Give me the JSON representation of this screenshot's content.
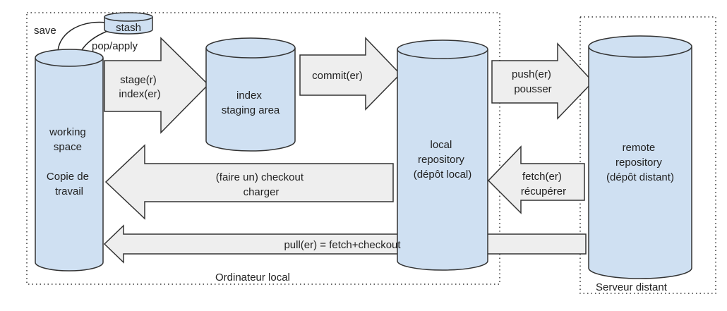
{
  "colors": {
    "cylinder_fill": "#cfe0f2",
    "cylinder_stroke": "#333333",
    "arrow_fill": "#eeeeee",
    "arrow_stroke": "#333333",
    "border": "#333333"
  },
  "regions": {
    "local": "Ordinateur local",
    "remote": "Serveur distant"
  },
  "nodes": {
    "stash": "stash",
    "working": [
      "working",
      "space",
      "",
      "Copie de",
      "travail"
    ],
    "index": [
      "index",
      "staging area"
    ],
    "local_repo": [
      "local",
      "repository",
      "(dépôt local)"
    ],
    "remote_repo": [
      "remote",
      "repository",
      "(dépôt distant)"
    ]
  },
  "edges": {
    "save": "save",
    "pop_apply": "pop/apply",
    "stage": [
      "stage(r)",
      "index(er)"
    ],
    "commit": "commit(er)",
    "push": [
      "push(er)",
      "pousser"
    ],
    "fetch": [
      "fetch(er)",
      "récupérer"
    ],
    "checkout": [
      "(faire un) checkout",
      "charger"
    ],
    "pull": "pull(er) = fetch+checkout"
  }
}
